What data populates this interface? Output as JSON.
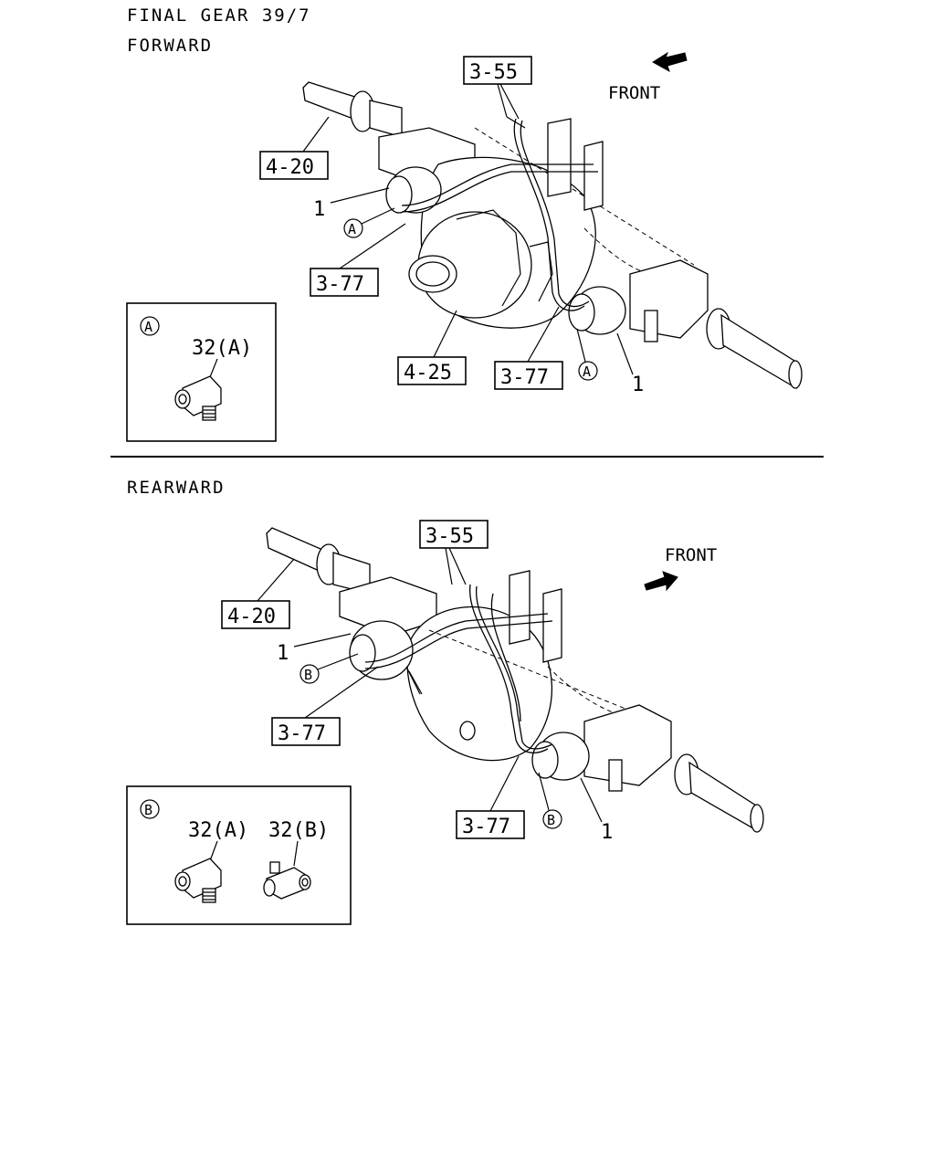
{
  "header": {
    "title": "FINAL GEAR 39/7",
    "forward_label": "FORWARD",
    "rearward_label": "REARWARD"
  },
  "forward": {
    "front_label": "FRONT",
    "callouts": {
      "c355": "3-55",
      "c420": "4-20",
      "c377a": "3-77",
      "c425": "4-25",
      "c377b": "3-77",
      "p1a": "1",
      "p1b": "1",
      "ra": "A",
      "rb": "A"
    },
    "detail": {
      "marker": "A",
      "part": "32(A)"
    }
  },
  "rearward": {
    "front_label": "FRONT",
    "callouts": {
      "c355": "3-55",
      "c420": "4-20",
      "c377a": "3-77",
      "c377b": "3-77",
      "p1a": "1",
      "p1b": "1",
      "ra": "B",
      "rb": "B"
    },
    "detail": {
      "marker": "B",
      "part_a": "32(A)",
      "part_b": "32(B)"
    }
  }
}
